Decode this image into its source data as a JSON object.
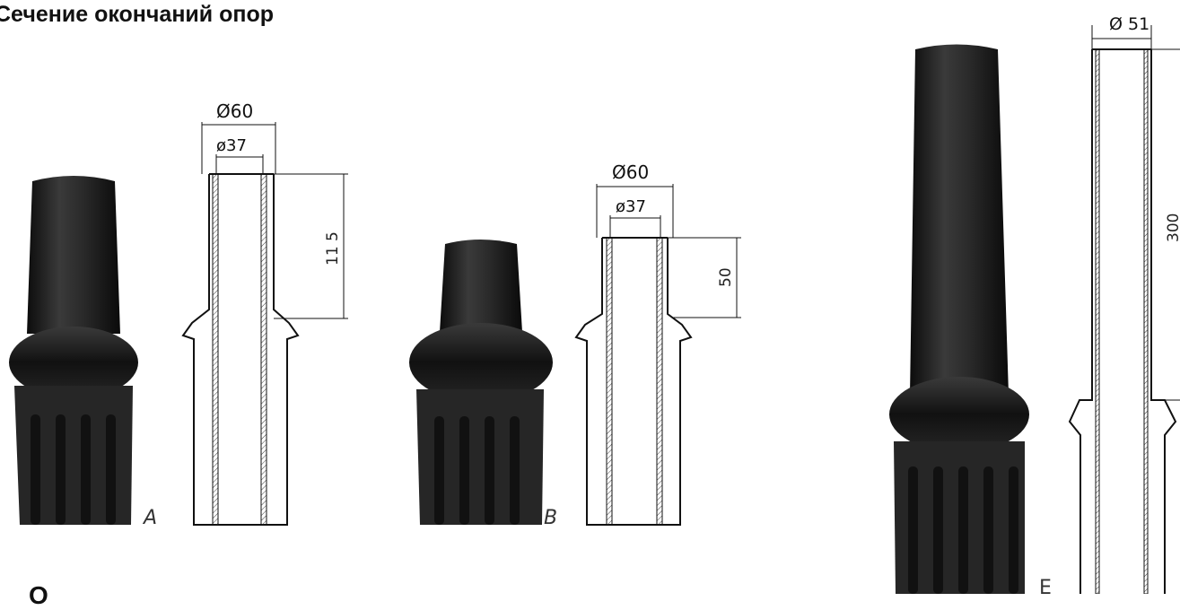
{
  "title": "Сечение окончаний опор",
  "partial_heading_letter": "О",
  "variants": [
    {
      "letter": "A",
      "outer_diameter": "Ø60",
      "inner_diameter": "ø37",
      "height": "11 5"
    },
    {
      "letter": "B",
      "outer_diameter": "Ø60",
      "inner_diameter": "ø37",
      "height": "50"
    },
    {
      "letter": "E",
      "outer_diameter": "Ø 51",
      "height": "300"
    }
  ],
  "colors": {
    "post": "#1e1e1e",
    "line": "#111111",
    "background": "#ffffff"
  }
}
